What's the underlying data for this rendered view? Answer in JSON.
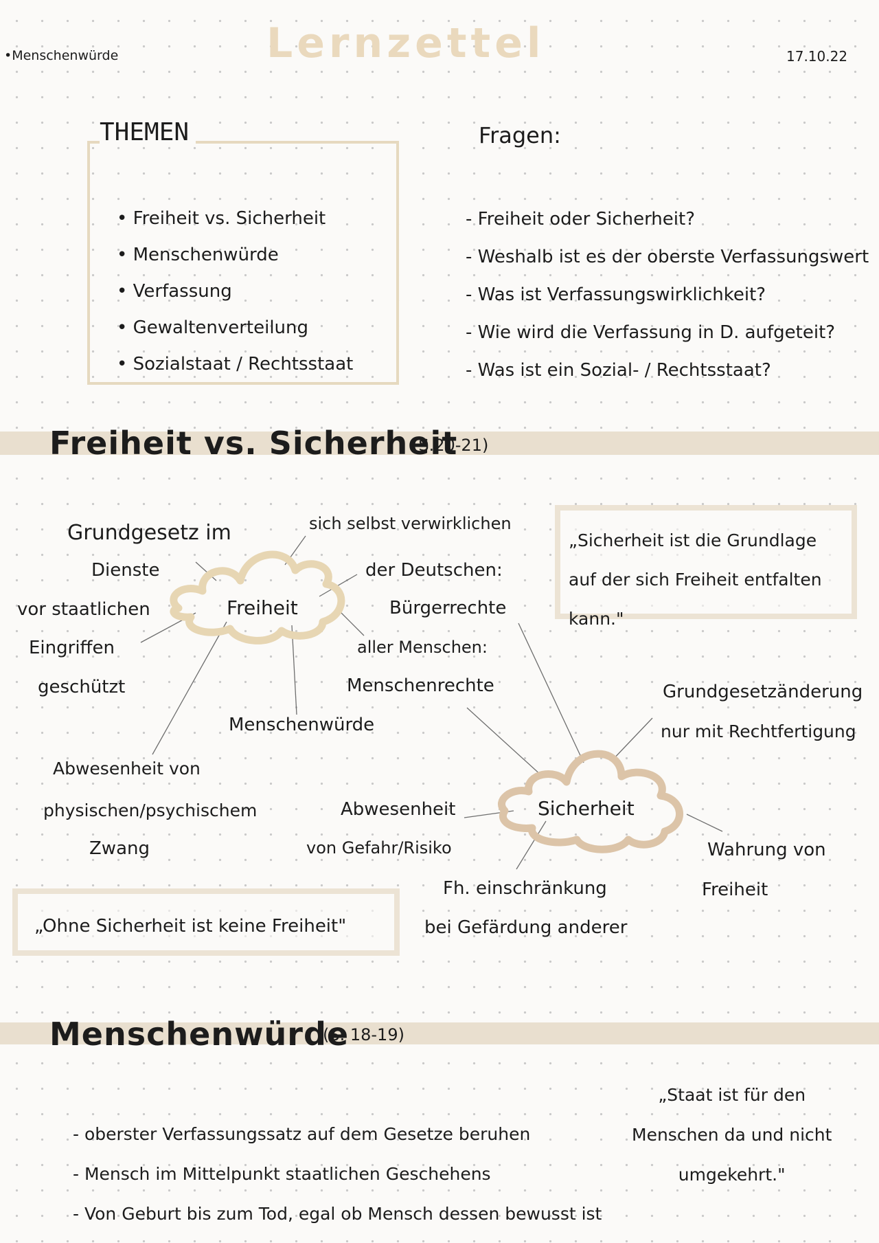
{
  "header": {
    "topic_tag": "•Menschenwürde",
    "title": "Lernzettel",
    "date": "17.10.22"
  },
  "themen": {
    "heading": "THEMEN",
    "items": [
      "Freiheit vs. Sicherheit",
      "Menschenwürde",
      "Verfassung",
      "Gewaltenverteilung",
      "Sozialstaat / Rechtsstaat"
    ]
  },
  "fragen": {
    "heading": "Fragen:",
    "items": [
      "- Freiheit oder Sicherheit?",
      "- Weshalb ist es der oberste Verfassungswert",
      "- Was ist Verfassungswirklichkeit?",
      "- Wie wird die Verfassung in D. aufgeteit?",
      "- Was ist ein Sozial- / Rechtsstaat?"
    ]
  },
  "section1": {
    "title": "Freiheit vs. Sicherheit",
    "pages": "(S.20-21)",
    "freiheit_label": "Freiheit",
    "sicherheit_label": "Sicherheit",
    "f_grundgesetz": [
      "Grundgesetz im",
      "Dienste"
    ],
    "f_eingriffen": [
      "vor staatlichen",
      "Eingriffen",
      "geschützt"
    ],
    "f_selbst": "sich selbst verwirklichen",
    "f_deutschen": [
      "der Deutschen:",
      "Bürgerrechte"
    ],
    "f_menschen": [
      "aller Menschen:",
      "Menschenrechte"
    ],
    "f_wuerde": "Menschenwürde",
    "f_zwang": [
      "Abwesenheit von",
      "physischen/psychischem",
      "Zwang"
    ],
    "s_gg": [
      "Grundgesetzänderung",
      "nur mit Rechtfertigung"
    ],
    "s_gefahr": [
      "Abwesenheit",
      "von Gefahr/Risiko"
    ],
    "s_fh": [
      "Fh. einschränkung",
      "bei Gefärdung anderer"
    ],
    "s_wahrung": [
      "Wahrung von",
      "Freiheit"
    ],
    "quote1": [
      "„Sicherheit ist die Grundlage",
      "auf der sich Freiheit entfalten",
      "kann.\""
    ],
    "quote2": "„Ohne Sicherheit ist keine Freiheit\""
  },
  "section2": {
    "title": "Menschenwürde",
    "pages": "(S. 18-19)",
    "items": [
      "- oberster Verfassungssatz auf dem Gesetze beruhen",
      "- Mensch im Mittelpunkt staatlichen Geschehens",
      "- Von Geburt bis zum Tod, egal ob Mensch dessen bewusst ist"
    ],
    "quote": [
      "„Staat ist für den",
      "Menschen da und nicht",
      "umgekehrt.\""
    ]
  },
  "colors": {
    "accent_beige": "#e9dfcf",
    "cloud_freiheit": "#e7d6b3",
    "cloud_sicherheit": "#dcc4a8"
  }
}
